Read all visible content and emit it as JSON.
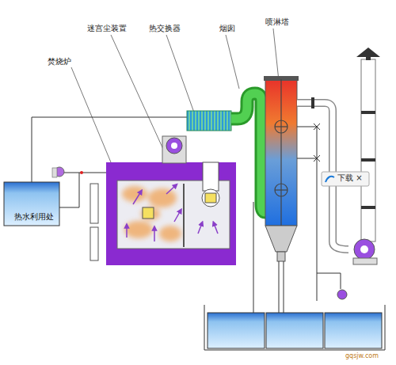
{
  "diagram": {
    "nodes": [
      {
        "text": [
          "热水利用处"
        ]
      }
    ],
    "labels": [
      "迷宫尘装置",
      "热交换器",
      "烟囱",
      "焚烧炉",
      "喷淋塔",
      "下载 ×",
      "gqsjw.com"
    ]
  }
}
